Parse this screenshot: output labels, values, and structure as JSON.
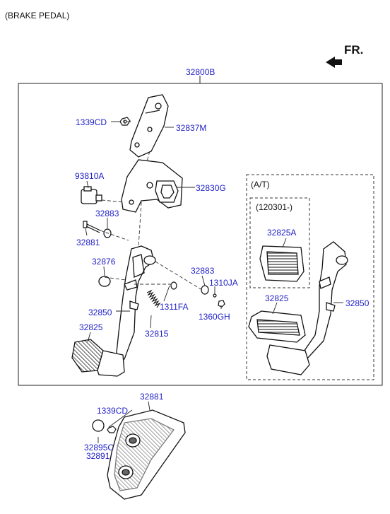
{
  "title": "(BRAKE PEDAL)",
  "direction_label": "FR.",
  "assembly_label": "32800B",
  "at_group": {
    "label": "(A/T)",
    "sub_label": "(120301-)"
  },
  "parts": {
    "p1339cd_top": "1339CD",
    "p32837m": "32837M",
    "p93810a": "93810A",
    "p32830g": "32830G",
    "p32883_left": "32883",
    "p32881_left": "32881",
    "p32876": "32876",
    "p32883_right": "32883",
    "p1310ja": "1310JA",
    "p1311fa": "1311FA",
    "p1360gh": "1360GH",
    "p32850_left": "32850",
    "p32815": "32815",
    "p32825_left": "32825",
    "p32825a": "32825A",
    "p32825_at": "32825",
    "p32850_at": "32850",
    "p32881_bottom": "32881",
    "p1339cd_bottom": "1339CD",
    "p32895c": "32895C",
    "p32891": "32891"
  }
}
